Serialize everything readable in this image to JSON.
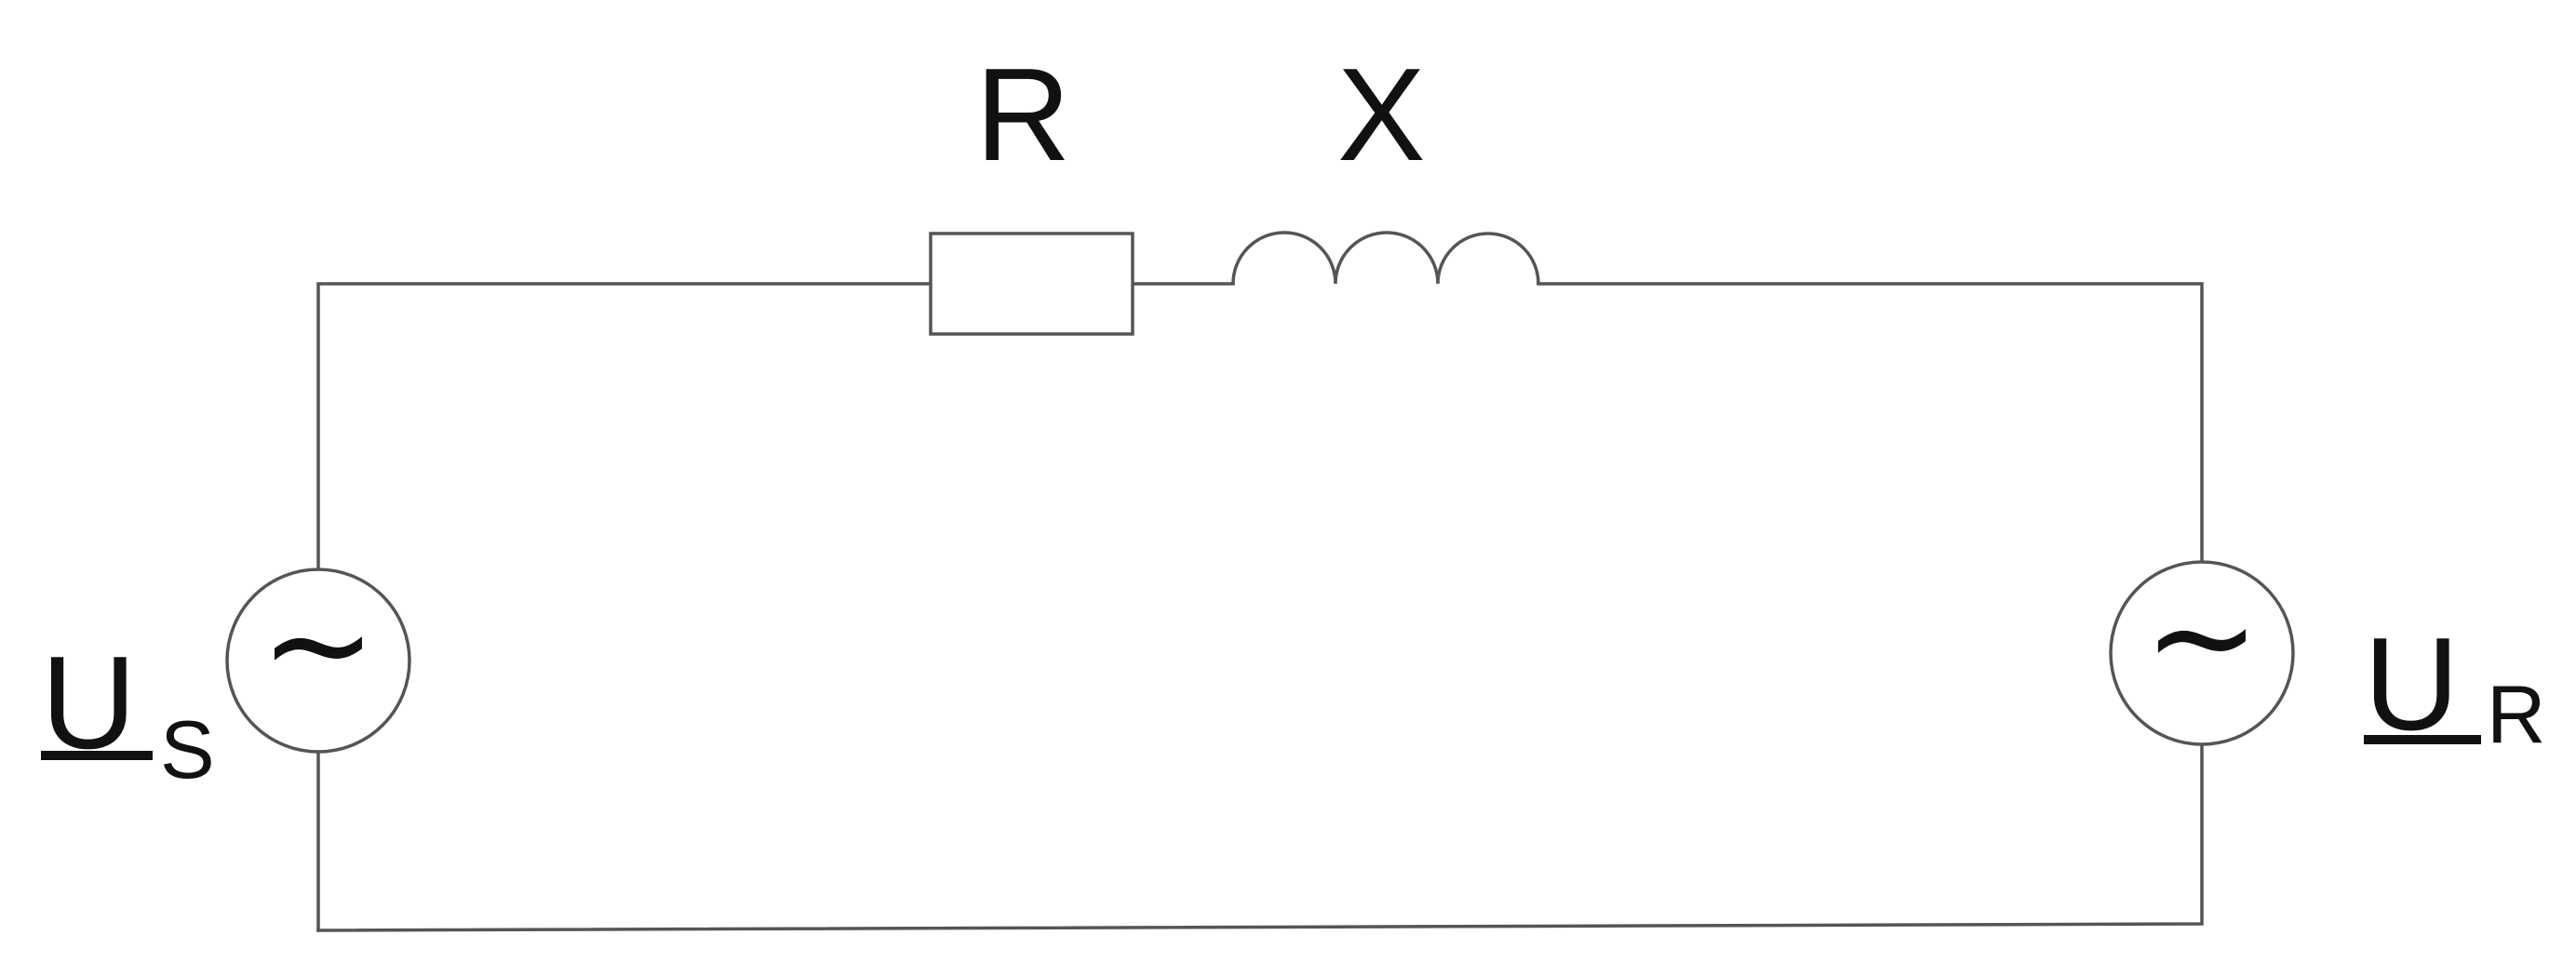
{
  "components": {
    "resistor": {
      "label": "R"
    },
    "reactance": {
      "label": "X"
    }
  },
  "sources": {
    "sending": {
      "symbol": "U",
      "subscript": "S",
      "glyph": "~"
    },
    "receiving": {
      "symbol": "U",
      "subscript": "R",
      "glyph": "~"
    }
  }
}
